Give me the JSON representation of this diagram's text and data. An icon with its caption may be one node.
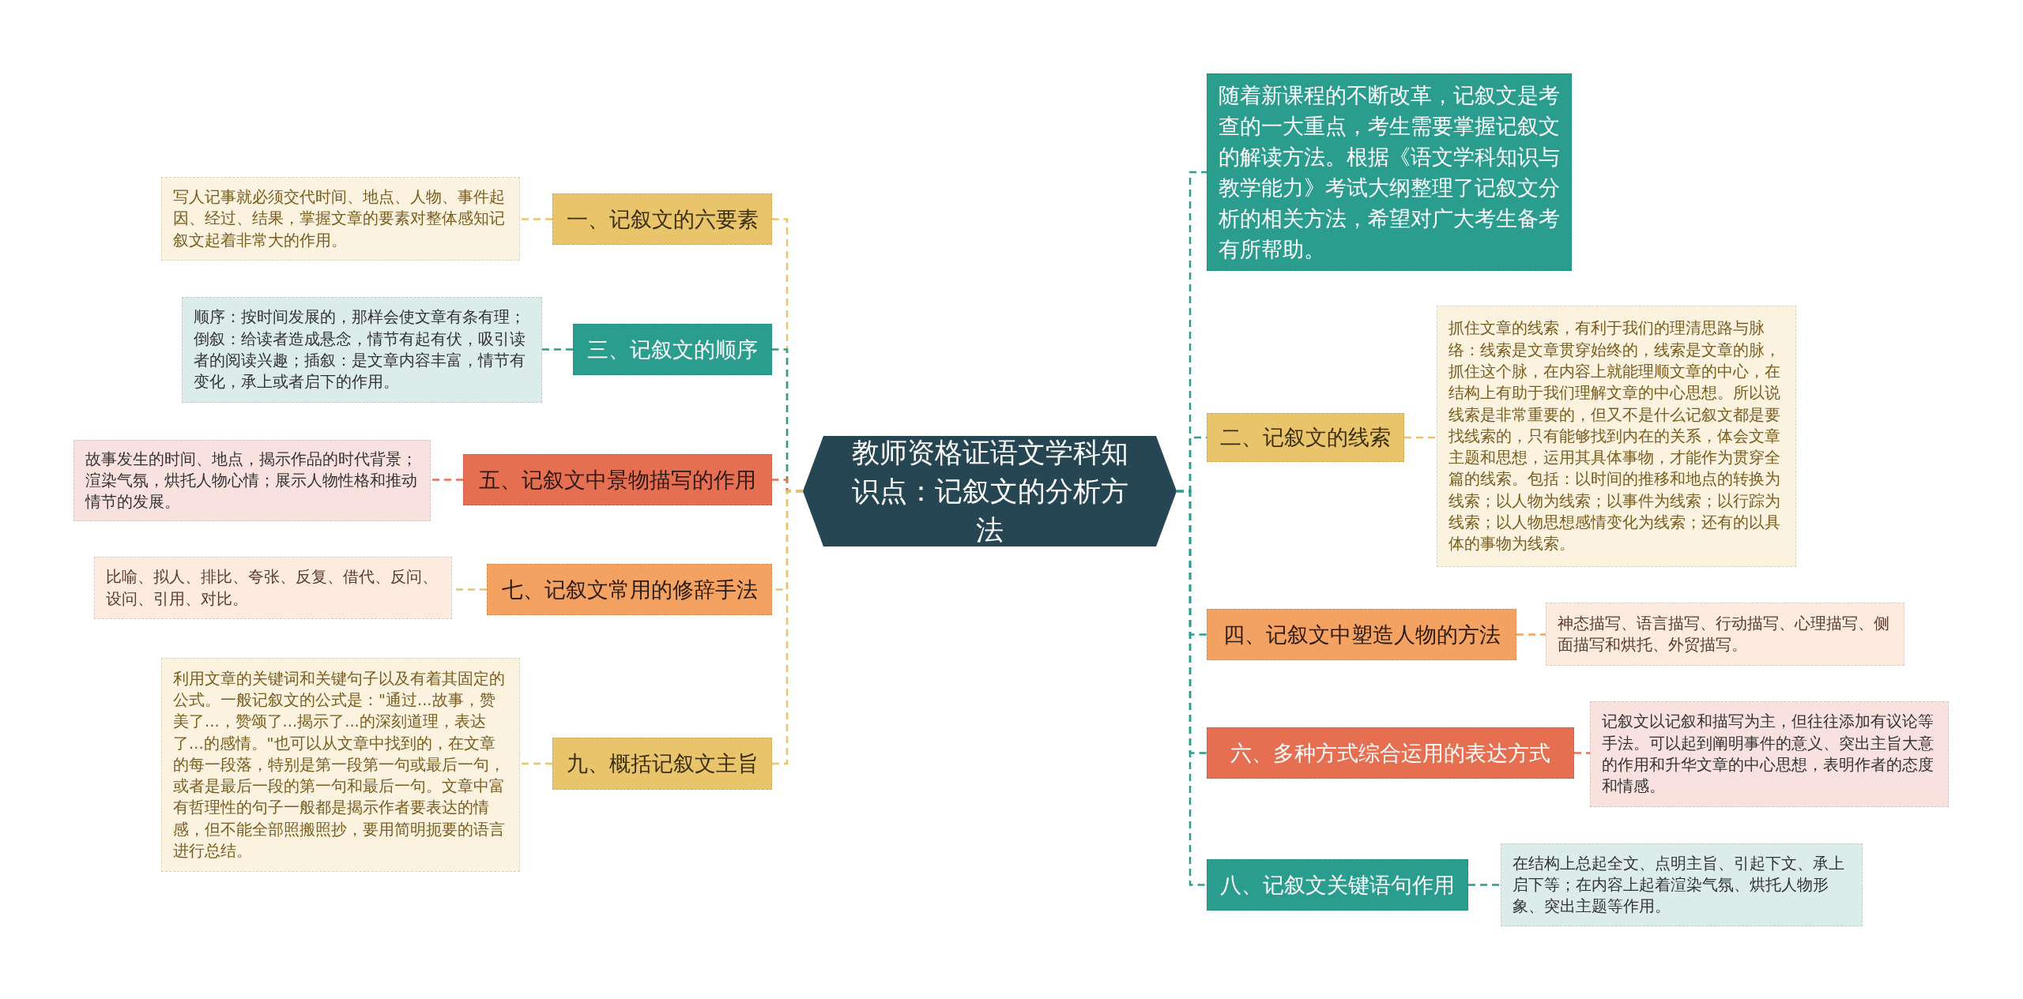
{
  "diagram": {
    "nodes": [
      {
        "text": [
          "教师资格证语文学科知识点：记叙文的分析方法"
        ]
      },
      {
        "text": [
          "一、记叙文的六要素"
        ]
      },
      {
        "text": [
          "写人记事就必须交代时间、地点、人物、事件起因、经过、结果，掌握文章的要素对整体感知记叙文起着非常大的作用。"
        ]
      },
      {
        "text": [
          "三、记叙文的顺序"
        ]
      },
      {
        "text": [
          "顺序：按时间发展的，那样会使文章有条有理；倒叙：给读者造成悬念，情节有起有伏，吸引读者的阅读兴趣；插叙：是文章内容丰富，情节有变化，承上或者启下的作用。"
        ]
      },
      {
        "text": [
          "五、记叙文中景物描写的作用"
        ]
      },
      {
        "text": [
          "故事发生的时间、地点，揭示作品的时代背景；渲染气氛，烘托人物心情；展示人物性格和推动情节的发展。"
        ]
      },
      {
        "text": [
          "七、记叙文常用的修辞手法"
        ]
      },
      {
        "text": [
          "比喻、拟人、排比、夸张、反复、借代、反问、设问、引用、对比。"
        ]
      },
      {
        "text": [
          "九、概括记叙文主旨"
        ]
      },
      {
        "text": [
          "利用文章的关键词和关键句子以及有着其固定的公式。一般记叙文的公式是：\"通过...故事，赞美了...，赞颂了...揭示了...的深刻道理，表达了...的感情。\"也可以从文章中找到的，在文章的每一段落，特别是第一段第一句或最后一句，或者是最后一段的第一句和最后一句。文章中富有哲理性的句子一般都是揭示作者要表达的情感，但不能全部照搬照抄，要用简明扼要的语言进行总结。"
        ]
      },
      {
        "text": [
          "随着新课程的不断改革，记叙文是考查的一大重点，考生需要掌握记叙文的解读方法。根据《语文学科知识与教学能力》考试大纲整理了记叙文分析的相关方法，希望对广大考生备考有所帮助。"
        ]
      },
      {
        "text": [
          "二、记叙文的线索"
        ]
      },
      {
        "text": [
          "抓住文章的线索，有利于我们的理清思路与脉络：线索是文章贯穿始终的，线索是文章的脉，抓住这个脉，在内容上就能理顺文章的中心，在结构上有助于我们理解文章的中心思想。所以说线索是非常重要的，但又不是什么记叙文都是要找线索的，只有能够找到内在的关系，体会文章主题和思想，运用其具体事物，才能作为贯穿全篇的线索。包括：以时间的推移和地点的转换为线索；以人物为线索；以事件为线索；以行踪为线索；以人物思想感情变化为线索；还有的以具体的事物为线索。"
        ]
      },
      {
        "text": [
          "四、记叙文中塑造人物的方法"
        ]
      },
      {
        "text": [
          "神态描写、语言描写、行动描写、心理描写、侧面描写和烘托、外贸描写。"
        ]
      },
      {
        "text": [
          "六、多种方式综合运用的表达方式"
        ]
      },
      {
        "text": [
          "记叙文以记叙和描写为主，但往往添加有议论等手法。可以起到阐明事件的意义、突出主旨大意的作用和升华文章的中心思想，表明作者的态度和情感。"
        ]
      },
      {
        "text": [
          "八、记叙文关键语句作用"
        ]
      },
      {
        "text": [
          "在结构上总起全文、点明主旨、引起下文、承上启下等；在内容上起着渲染气氛、烘托人物形象、突出主题等作用。"
        ]
      }
    ],
    "edges": [
      {
        "from": 0,
        "to": 1,
        "arrow": "none",
        "style": "dashed",
        "color": "#e9c46a"
      },
      {
        "from": 1,
        "to": 2,
        "arrow": "none",
        "style": "dashed",
        "color": "#e9c46a"
      },
      {
        "from": 0,
        "to": 3,
        "arrow": "none",
        "style": "dashed",
        "color": "#2a9d8f"
      },
      {
        "from": 3,
        "to": 4,
        "arrow": "none",
        "style": "dashed",
        "color": "#2a9d8f"
      },
      {
        "from": 0,
        "to": 5,
        "arrow": "none",
        "style": "dashed",
        "color": "#e76f51"
      },
      {
        "from": 5,
        "to": 6,
        "arrow": "none",
        "style": "dashed",
        "color": "#e76f51"
      },
      {
        "from": 0,
        "to": 7,
        "arrow": "none",
        "style": "dashed",
        "color": "#e9c46a"
      },
      {
        "from": 7,
        "to": 8,
        "arrow": "none",
        "style": "dashed",
        "color": "#e9c46a"
      },
      {
        "from": 0,
        "to": 9,
        "arrow": "none",
        "style": "dashed",
        "color": "#e9c46a"
      },
      {
        "from": 9,
        "to": 10,
        "arrow": "none",
        "style": "dashed",
        "color": "#e9c46a"
      },
      {
        "from": 0,
        "to": 11,
        "arrow": "none",
        "style": "dashed",
        "color": "#2a9d8f"
      },
      {
        "from": 0,
        "to": 12,
        "arrow": "none",
        "style": "dashed",
        "color": "#2a9d8f"
      },
      {
        "from": 12,
        "to": 13,
        "arrow": "none",
        "style": "dashed",
        "color": "#e9c46a"
      },
      {
        "from": 0,
        "to": 14,
        "arrow": "none",
        "style": "dashed",
        "color": "#2a9d8f"
      },
      {
        "from": 14,
        "to": 15,
        "arrow": "none",
        "style": "dashed",
        "color": "#f4a261"
      },
      {
        "from": 0,
        "to": 16,
        "arrow": "none",
        "style": "dashed",
        "color": "#2a9d8f"
      },
      {
        "from": 16,
        "to": 17,
        "arrow": "none",
        "style": "dashed",
        "color": "#e76f51"
      },
      {
        "from": 0,
        "to": 18,
        "arrow": "none",
        "style": "dashed",
        "color": "#2a9d8f"
      },
      {
        "from": 18,
        "to": 19,
        "arrow": "none",
        "style": "dashed",
        "color": "#2a9d8f"
      }
    ]
  }
}
